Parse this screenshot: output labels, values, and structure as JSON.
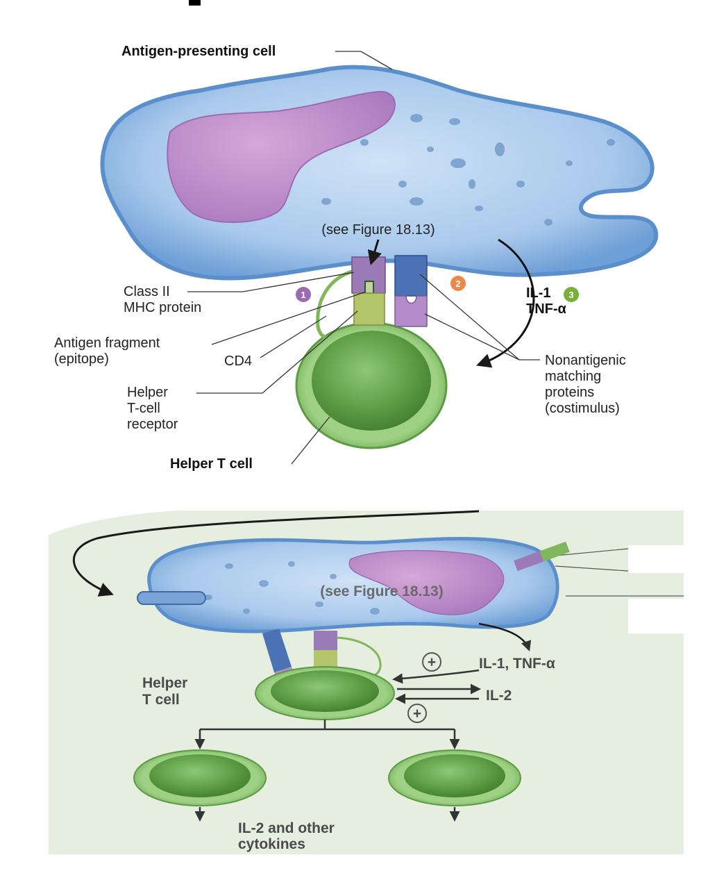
{
  "top_panel": {
    "apc_label": "Antigen-presenting cell",
    "see_figure": "(see Figure 18.13)",
    "class2_line1": "Class II",
    "class2_line2": "MHC protein",
    "antigen_line1": "Antigen fragment",
    "antigen_line2": "(epitope)",
    "cd4": "CD4",
    "tcr_line1": "Helper",
    "tcr_line2": "T-cell",
    "tcr_line3": "receptor",
    "helper_t_cell": "Helper T cell",
    "il1": "IL-1",
    "tnf": "TNF-α",
    "nonantigenic_line1": "Nonantigenic",
    "nonantigenic_line2": "matching",
    "nonantigenic_line3": "proteins",
    "nonantigenic_line4": "(costimulus)",
    "step1": "1",
    "step2": "2",
    "step3": "3"
  },
  "bottom_panel": {
    "see_figure": "(see Figure 18.13)",
    "il1_tnf": "IL-1, TNF-α",
    "il2": "IL-2",
    "helper_line1": "Helper",
    "helper_line2": "T cell",
    "cytokines_line1": "IL-2 and other",
    "cytokines_line2": "cytokines",
    "plus": "+"
  },
  "colors": {
    "apc_blue": "#8fb8e4",
    "apc_edge": "#4f86c6",
    "nucleus_purple": "#b98ac6",
    "tcell_green": "#7fbf5f",
    "mhc_purple": "#9b7ab8",
    "cd4_green": "#b3c46a",
    "costim_blue": "#4b72b4",
    "step1": "#9a6bb0",
    "step2": "#e9894a",
    "step3": "#7cae3c",
    "bottom_bg": "#e6eee0"
  }
}
